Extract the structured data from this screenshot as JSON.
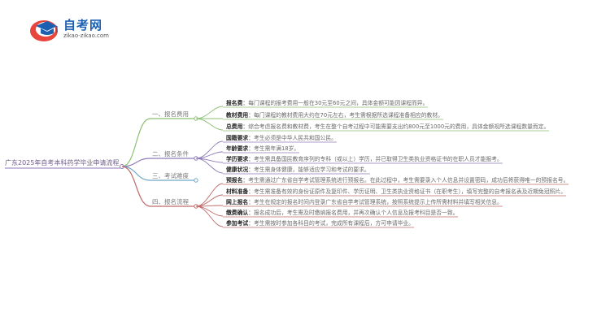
{
  "logo": {
    "name": "自考网",
    "url": "zikao-zikao.com"
  },
  "root": "广东2025年自考本科药学毕业申请流程",
  "categories": [
    {
      "label": "一、报名费用",
      "color": "#8bbf73",
      "items": [
        {
          "key": "报名费",
          "text": "每门课程的报考费用一般在30元至60元之间，具体金额可能因课程而异。"
        },
        {
          "key": "教材费用",
          "text": "每门课程的教材费用大约在70元左右，考生需根据所选课程准备相应的教材。"
        },
        {
          "key": "总费用",
          "text": "综合考虑报名费和教材费，考生在整个自考过程中可能需要支出约800元至1000元的费用，具体金额视所选课程数量而定。"
        }
      ]
    },
    {
      "label": "二、报名条件",
      "color": "#8e7ab8",
      "items": [
        {
          "key": "国籍要求",
          "text": "考生必须是中华人民共和国公民。"
        },
        {
          "key": "年龄要求",
          "text": "考生需年满18岁。"
        },
        {
          "key": "学历要求",
          "text": "考生需具备国民教育序列的专科（或以上）学历，并已取得卫生类执业资格证书的在职人员才能报考。"
        },
        {
          "key": "健康状况",
          "text": "考生需身体健康，能够适应学习和考试的要求。"
        }
      ]
    },
    {
      "label": "三、考试难度",
      "color": "#6fa6c8",
      "items": []
    },
    {
      "label": "四、报名流程",
      "color": "#c06a6a",
      "items": [
        {
          "key": "预报名",
          "text": "考生需通过广东省自学考试管理系统进行预报名。在此过程中，考生需要录入个人信息并设置密码，成功后将获得唯一的预报名号。"
        },
        {
          "key": "材料准备",
          "text": "考生需准备有效的身份证原件及复印件、学历证明、卫生类执业资格证书（在职考生），填写完整的自考报名表及近期免冠照片。"
        },
        {
          "key": "网上报名",
          "text": "考生在规定的报名时间内登录广东省自学考试管理系统，按照系统提示上传所需材料并填写相关信息。"
        },
        {
          "key": "缴费确认",
          "text": "报名成功后，考生需及时缴纳报名费用，并再次确认个人信息及报考科目是否一致。"
        },
        {
          "key": "参加考试",
          "text": "考生需按时参加各科目的考试，完成所有课程后，方可申请毕业。"
        }
      ]
    }
  ]
}
